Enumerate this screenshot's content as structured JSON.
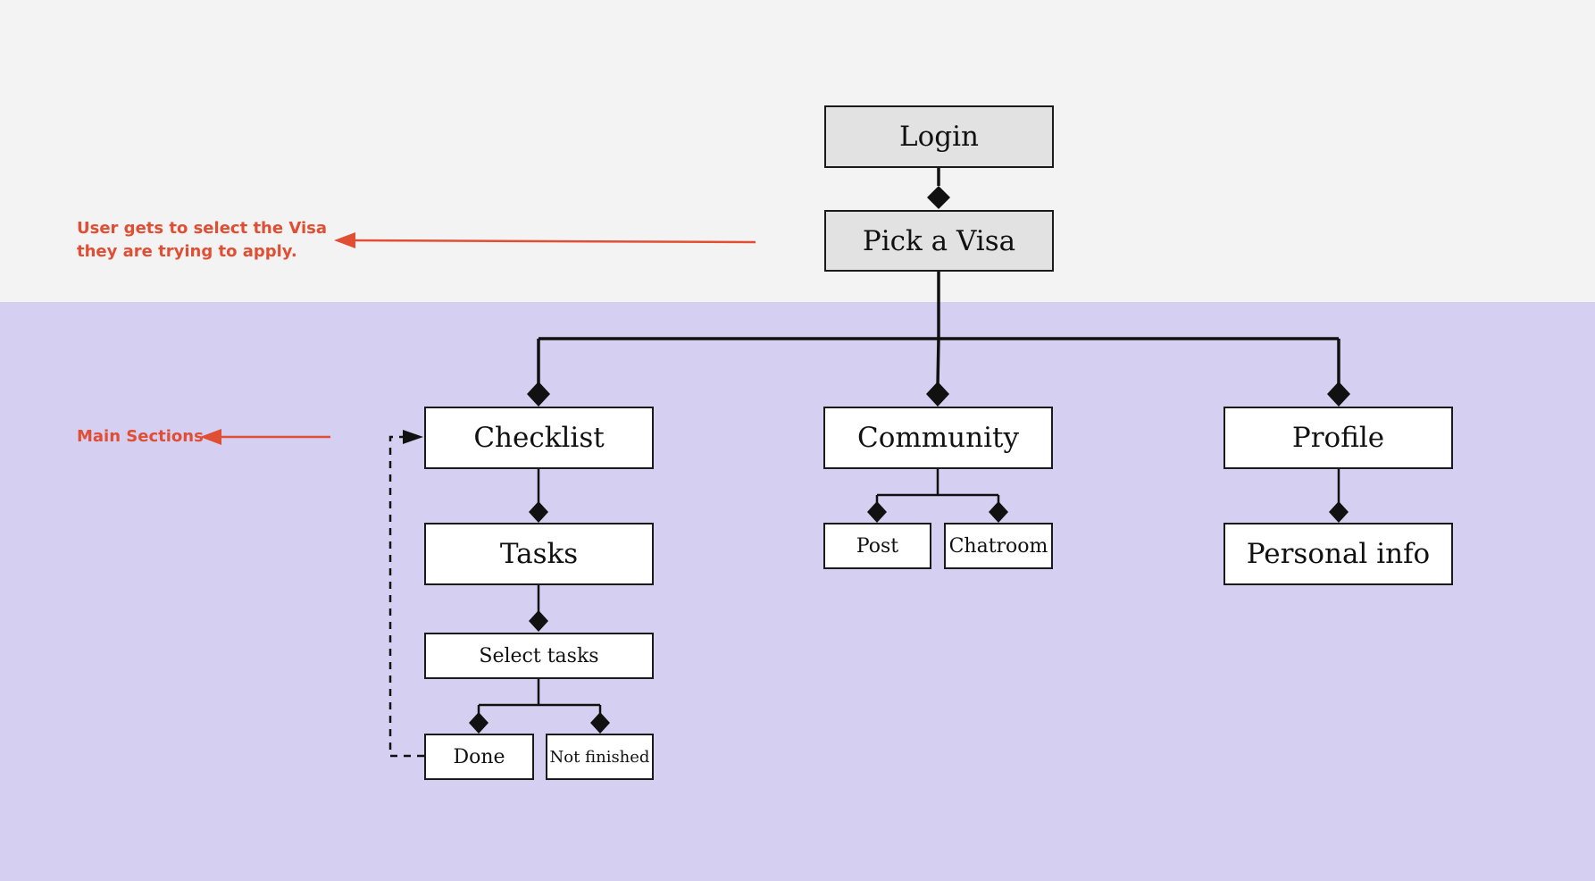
{
  "colors": {
    "top_band": "#f3f3f3",
    "bottom_band": "#d5d0f2",
    "annotation": "#e04e33",
    "line": "#111111",
    "node_grey": "#e2e2e2"
  },
  "nodes": {
    "login": "Login",
    "pick_visa": "Pick a Visa",
    "checklist": "Checklist",
    "community": "Community",
    "profile": "Profile",
    "tasks": "Tasks",
    "select_tasks": "Select tasks",
    "done": "Done",
    "not_finished": "Not finished",
    "post": "Post",
    "chatroom": "Chatroom",
    "personal_info": "Personal info"
  },
  "annotations": {
    "visa_note_line1": "User gets to select the Visa",
    "visa_note_line2": "they are trying to apply.",
    "main_sections": "Main Sections"
  }
}
